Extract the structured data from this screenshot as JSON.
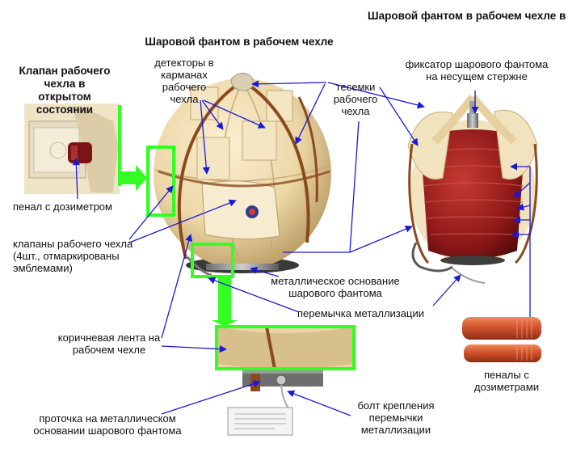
{
  "headings": {
    "left": "Клапан рабочего чехла в открытом состоянии",
    "center": "Шаровой фантом в рабочем чехле",
    "right": "Шаровой фантом в рабочем чехле в полураскрытом состоянии"
  },
  "labels": {
    "detectors_line1": "детекторы в",
    "detectors_line2": "карманах",
    "detectors_line3": "рабочего",
    "detectors_line4": "чехла",
    "ties_line1": "тесемки",
    "ties_line2": "рабочего",
    "ties_line3": "чехла",
    "fixator_line1": "фиксатор шарового фантома",
    "fixator_line2": "на несущем стержне",
    "dosimeter_case": "пенал с дозиметром",
    "valves_line1": "клапаны рабочего чехла",
    "valves_line2": "(4шт., отмаркированы",
    "valves_line3": "эмблемами)",
    "base_line1": "металлическое основание",
    "base_line2": "шарового фантома",
    "jumper": "перемычка металлизации",
    "brown_tape_line1": "коричневая лента на",
    "brown_tape_line2": "рабочем чехле",
    "groove_line1": "проточка на металлическом",
    "groove_line2": "основании шарового фантома",
    "bolt_line1": "болт крепления",
    "bolt_line2": "перемычки",
    "bolt_line3": "металлизации",
    "dosimeter_cases_line1": "пеналы с",
    "dosimeter_cases_line2": "дозиметрами"
  },
  "colors": {
    "arrow": "#1a1ad6",
    "highlight": "#33ff22",
    "cover": "#efdcae",
    "cover_shadow": "#cdb382",
    "strap": "#8a4a1e",
    "phantom": "#9b1c1c",
    "dosimeter": "#c5502e"
  }
}
